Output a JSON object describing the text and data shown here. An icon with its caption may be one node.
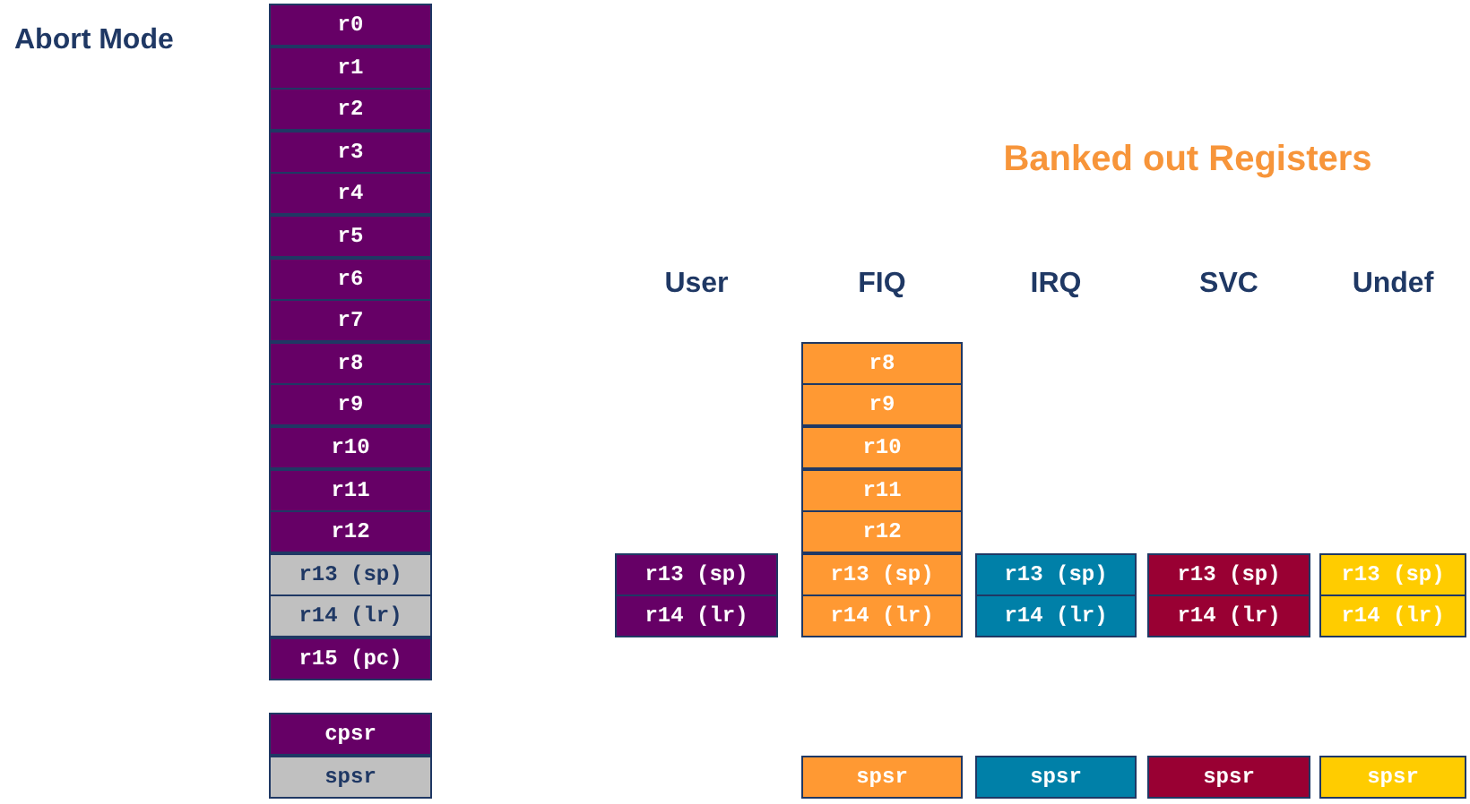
{
  "diagram": {
    "nodes": [
      {
        "text": [
          "r0"
        ]
      },
      {
        "text": [
          "r1"
        ]
      },
      {
        "text": [
          "r2"
        ]
      },
      {
        "text": [
          "r3"
        ]
      },
      {
        "text": [
          "r4"
        ]
      },
      {
        "text": [
          "r5"
        ]
      },
      {
        "text": [
          "r6"
        ]
      },
      {
        "text": [
          "r7"
        ]
      },
      {
        "text": [
          "r8"
        ]
      },
      {
        "text": [
          "r9"
        ]
      },
      {
        "text": [
          "r10"
        ]
      },
      {
        "text": [
          "r11"
        ]
      },
      {
        "text": [
          "r12"
        ]
      },
      {
        "text": [
          "r13 (sp)"
        ]
      },
      {
        "text": [
          "r14 (lr)"
        ]
      },
      {
        "text": [
          "r15 (pc)"
        ]
      },
      {
        "text": [
          "cpsr"
        ]
      },
      {
        "text": [
          "spsr"
        ]
      },
      {
        "text": [
          "r13 (sp)"
        ]
      },
      {
        "text": [
          "r14 (lr)"
        ]
      },
      {
        "text": [
          "r8"
        ]
      },
      {
        "text": [
          "r9"
        ]
      },
      {
        "text": [
          "r10"
        ]
      },
      {
        "text": [
          "r11"
        ]
      },
      {
        "text": [
          "r12"
        ]
      },
      {
        "text": [
          "r13 (sp)"
        ]
      },
      {
        "text": [
          "r14 (lr)"
        ]
      },
      {
        "text": [
          "spsr"
        ]
      },
      {
        "text": [
          "r13 (sp)"
        ]
      },
      {
        "text": [
          "r14 (lr)"
        ]
      },
      {
        "text": [
          "spsr"
        ]
      },
      {
        "text": [
          "r13 (sp)"
        ]
      },
      {
        "text": [
          "r14 (lr)"
        ]
      },
      {
        "text": [
          "spsr"
        ]
      },
      {
        "text": [
          "r13 (sp)"
        ]
      },
      {
        "text": [
          "r14 (lr)"
        ]
      },
      {
        "text": [
          "spsr"
        ]
      }
    ],
    "labels": [
      "Abort Mode",
      "Banked out Registers",
      "User",
      "FIQ",
      "IRQ",
      "SVC",
      "Undef"
    ]
  }
}
